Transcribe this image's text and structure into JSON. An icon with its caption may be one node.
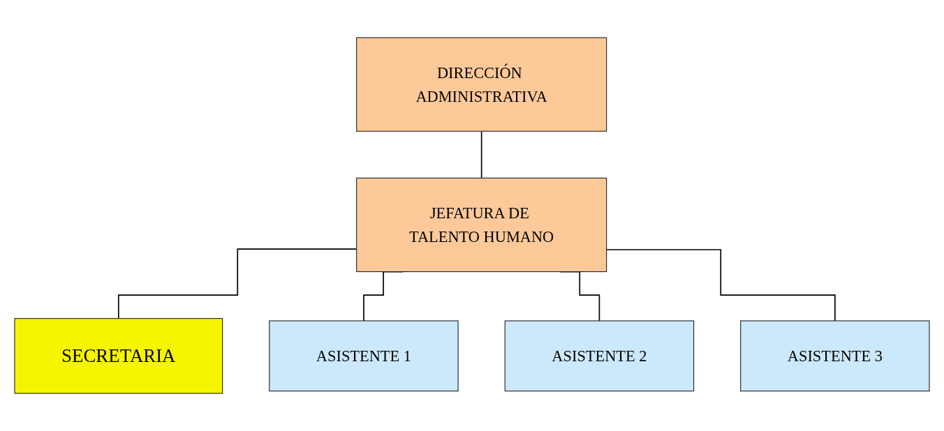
{
  "diagram": {
    "nodes": [
      {
        "text": [
          "DIRECCIÓN ADMINISTRATIVA"
        ]
      },
      {
        "text": [
          "JEFATURA DE TALENTO HUMANO"
        ]
      },
      {
        "text": [
          "SECRETARIA"
        ]
      },
      {
        "text": [
          "ASISTENTE 1"
        ]
      },
      {
        "text": [
          "ASISTENTE 2"
        ]
      },
      {
        "text": [
          "ASISTENTE 3"
        ]
      }
    ],
    "edges": [
      {
        "from": 0,
        "to": 1,
        "arrow": "none"
      },
      {
        "from": 1,
        "to": 2,
        "arrow": "none"
      },
      {
        "from": 1,
        "to": 3,
        "arrow": "none"
      },
      {
        "from": 1,
        "to": 4,
        "arrow": "none"
      },
      {
        "from": 1,
        "to": 5,
        "arrow": "none"
      }
    ]
  }
}
